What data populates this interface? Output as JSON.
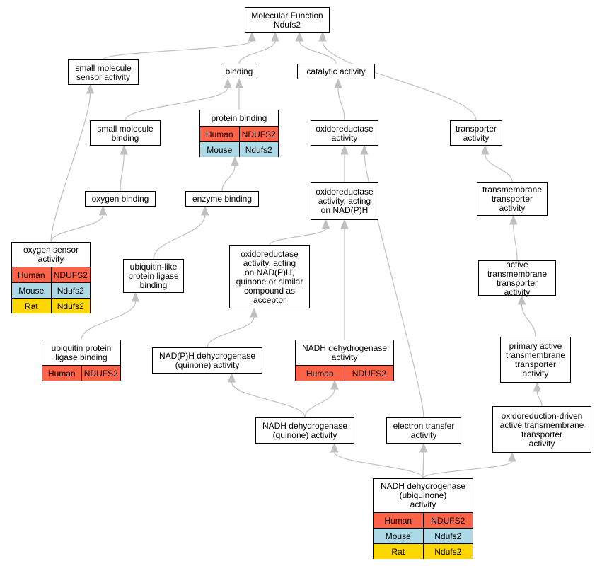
{
  "colors": {
    "human": "#ff6347",
    "mouse": "#add8e6",
    "rat": "#ffd700",
    "edge": "#c0c0c0"
  },
  "nodes": [
    {
      "id": "mf",
      "label": "Molecular Function\nNdufs2",
      "species": []
    },
    {
      "id": "smsa",
      "label": "small molecule\nsensor activity",
      "species": []
    },
    {
      "id": "binding",
      "label": "binding",
      "species": []
    },
    {
      "id": "catalytic",
      "label": "catalytic activity",
      "species": []
    },
    {
      "id": "smb",
      "label": "small molecule\nbinding",
      "species": []
    },
    {
      "id": "pb",
      "label": "protein binding",
      "species": [
        {
          "org": "Human",
          "gene": "NDUFS2",
          "color": "human"
        },
        {
          "org": "Mouse",
          "gene": "Ndufs2",
          "color": "mouse"
        }
      ]
    },
    {
      "id": "oxred",
      "label": "oxidoreductase\nactivity",
      "species": []
    },
    {
      "id": "transporter",
      "label": "transporter\nactivity",
      "species": []
    },
    {
      "id": "oxyb",
      "label": "oxygen binding",
      "species": []
    },
    {
      "id": "enzb",
      "label": "enzyme binding",
      "species": []
    },
    {
      "id": "oxnadph",
      "label": "oxidoreductase\nactivity, acting\non NAD(P)H",
      "species": []
    },
    {
      "id": "tmt",
      "label": "transmembrane\ntransporter\nactivity",
      "species": []
    },
    {
      "id": "oxsens",
      "label": "oxygen sensor\nactivity",
      "species": [
        {
          "org": "Human",
          "gene": "NDUFS2",
          "color": "human"
        },
        {
          "org": "Mouse",
          "gene": "Ndufs2",
          "color": "mouse"
        },
        {
          "org": "Rat",
          "gene": "Ndufs2",
          "color": "rat"
        }
      ]
    },
    {
      "id": "ublpl",
      "label": "ubiquitin-like\nprotein ligase\nbinding",
      "species": []
    },
    {
      "id": "oxquin",
      "label": "oxidoreductase\nactivity, acting\non NAD(P)H,\nquinone or similar\ncompound as\nacceptor",
      "species": []
    },
    {
      "id": "atmt",
      "label": "active transmembrane\ntransporter\nactivity",
      "species": []
    },
    {
      "id": "ubpl",
      "label": "ubiquitin protein\nligase binding",
      "species": [
        {
          "org": "Human",
          "gene": "NDUFS2",
          "color": "human"
        }
      ]
    },
    {
      "id": "nadphq",
      "label": "NAD(P)H dehydrogenase\n(quinone) activity",
      "species": []
    },
    {
      "id": "nadhdh",
      "label": "NADH dehydrogenase\nactivity",
      "species": [
        {
          "org": "Human",
          "gene": "NDUFS2",
          "color": "human"
        }
      ]
    },
    {
      "id": "patmt",
      "label": "primary active\ntransmembrane\ntransporter\nactivity",
      "species": []
    },
    {
      "id": "nadhq",
      "label": "NADH dehydrogenase\n(quinone) activity",
      "species": []
    },
    {
      "id": "etrans",
      "label": "electron transfer\nactivity",
      "species": []
    },
    {
      "id": "oxdriven",
      "label": "oxidoreduction-driven\nactive transmembrane\ntransporter\nactivity",
      "species": []
    },
    {
      "id": "nadhubq",
      "label": "NADH dehydrogenase\n(ubiquinone)\nactivity",
      "species": [
        {
          "org": "Human",
          "gene": "NDUFS2",
          "color": "human"
        },
        {
          "org": "Mouse",
          "gene": "Ndufs2",
          "color": "mouse"
        },
        {
          "org": "Rat",
          "gene": "Ndufs2",
          "color": "rat"
        }
      ]
    }
  ],
  "edges": [
    {
      "from": "smsa",
      "to": "mf"
    },
    {
      "from": "binding",
      "to": "mf"
    },
    {
      "from": "catalytic",
      "to": "mf"
    },
    {
      "from": "transporter",
      "to": "mf"
    },
    {
      "from": "smb",
      "to": "binding"
    },
    {
      "from": "pb",
      "to": "binding"
    },
    {
      "from": "oxred",
      "to": "catalytic"
    },
    {
      "from": "oxyb",
      "to": "smb"
    },
    {
      "from": "enzb",
      "to": "pb"
    },
    {
      "from": "oxnadph",
      "to": "oxred"
    },
    {
      "from": "tmt",
      "to": "transporter"
    },
    {
      "from": "oxsens",
      "to": "smsa"
    },
    {
      "from": "oxsens",
      "to": "oxyb"
    },
    {
      "from": "ublpl",
      "to": "enzb"
    },
    {
      "from": "oxquin",
      "to": "oxnadph"
    },
    {
      "from": "atmt",
      "to": "tmt"
    },
    {
      "from": "ubpl",
      "to": "ublpl"
    },
    {
      "from": "nadphq",
      "to": "oxquin"
    },
    {
      "from": "nadhdh",
      "to": "oxnadph"
    },
    {
      "from": "patmt",
      "to": "atmt"
    },
    {
      "from": "nadhq",
      "to": "nadphq"
    },
    {
      "from": "nadhq",
      "to": "nadhdh"
    },
    {
      "from": "etrans",
      "to": "oxred"
    },
    {
      "from": "oxdriven",
      "to": "patmt"
    },
    {
      "from": "nadhubq",
      "to": "nadhq"
    },
    {
      "from": "nadhubq",
      "to": "etrans"
    },
    {
      "from": "nadhubq",
      "to": "oxdriven"
    }
  ]
}
